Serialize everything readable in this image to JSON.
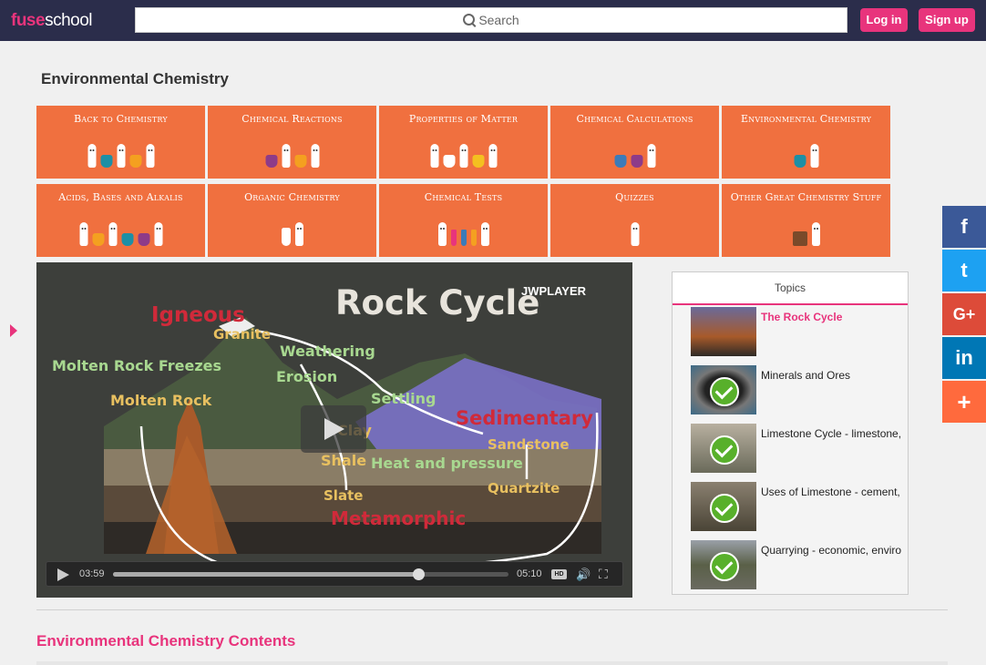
{
  "header": {
    "logo_fuse": "fuse",
    "logo_school": "school",
    "search_label": "Search",
    "login_label": "Log in",
    "signup_label": "Sign up",
    "colors": {
      "bar": "#2b2d4b",
      "accent": "#e8347c"
    }
  },
  "page": {
    "title": "Environmental Chemistry"
  },
  "tiles": [
    {
      "label": "Back to Chemistry"
    },
    {
      "label": "Chemical Reactions"
    },
    {
      "label": "Properties of Matter"
    },
    {
      "label": "Chemical Calculations"
    },
    {
      "label": "Environmental Chemistry"
    },
    {
      "label": "Acids, Bases and Alkalis"
    },
    {
      "label": "Organic Chemistry"
    },
    {
      "label": "Chemical Tests"
    },
    {
      "label": "Quizzes"
    },
    {
      "label": "Other Great Chemistry Stuff"
    }
  ],
  "video": {
    "title": "Rock Cycle",
    "player_brand": "JWPLAYER",
    "current_time": "03:59",
    "duration": "05:10",
    "progress_fraction": 0.772,
    "hd_label": "HD",
    "diagram_labels": {
      "igneous": "Igneous",
      "granite": "Granite",
      "weathering": "Weathering",
      "erosion": "Erosion",
      "molten_freezes": "Molten Rock Freezes",
      "molten_rock": "Molten Rock",
      "settling": "Settling",
      "sedimentary": "Sedimentary",
      "sandstone": "Sandstone",
      "clay": "Clay",
      "shale": "Shale",
      "heat_pressure": "Heat and pressure",
      "quartzite": "Quartzite",
      "slate": "Slate",
      "metamorphic": "Metamorphic"
    }
  },
  "topics": {
    "heading": "Topics",
    "items": [
      {
        "title": "The Rock Cycle",
        "active": true,
        "completed": false
      },
      {
        "title": "Minerals and Ores",
        "active": false,
        "completed": true
      },
      {
        "title": "Limestone Cycle - limestone,",
        "active": false,
        "completed": true
      },
      {
        "title": "Uses of Limestone - cement,",
        "active": false,
        "completed": true
      },
      {
        "title": "Quarrying - economic, enviro",
        "active": false,
        "completed": true
      }
    ]
  },
  "share": [
    {
      "icon": "facebook-icon",
      "glyph": "f",
      "color": "#3b5998"
    },
    {
      "icon": "twitter-icon",
      "glyph": "t",
      "color": "#1da1f2"
    },
    {
      "icon": "google-plus-icon",
      "glyph": "G+",
      "color": "#dd4b39"
    },
    {
      "icon": "linkedin-icon",
      "glyph": "in",
      "color": "#0077b5"
    },
    {
      "icon": "more-share-icon",
      "glyph": "+",
      "color": "#ff6a3d"
    }
  ],
  "contents": {
    "heading": "Environmental Chemistry Contents"
  }
}
